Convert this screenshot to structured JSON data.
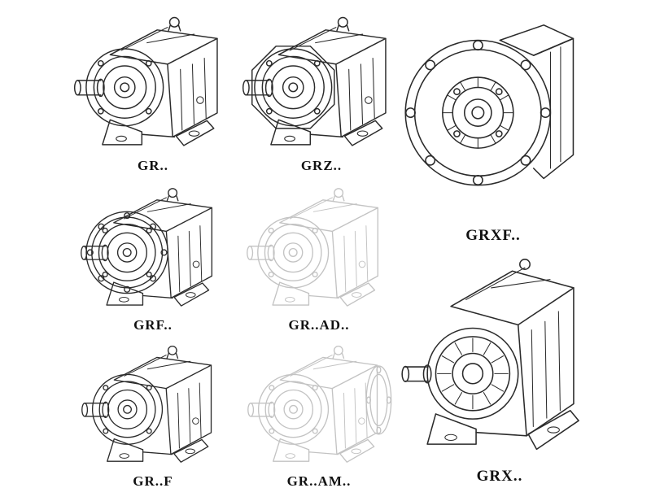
{
  "page": {
    "title": "Gear reducer model range",
    "background": "#ffffff"
  },
  "colors": {
    "line": "#2b2b2b",
    "ghost_line": "#c3c3c3",
    "label": "#111111"
  },
  "figures": [
    {
      "id": "gr",
      "label": "GR..",
      "style": "solid",
      "variant": "foot-mounted helical gear unit"
    },
    {
      "id": "grz",
      "label": "GRZ..",
      "style": "solid",
      "variant": "foot-mounted unit with octagonal end plate"
    },
    {
      "id": "grxf",
      "label": "GRXF..",
      "style": "solid",
      "variant": "large front-flange unit"
    },
    {
      "id": "grf",
      "label": "GRF..",
      "style": "solid",
      "variant": "foot unit with input flange"
    },
    {
      "id": "grad",
      "label": "GR..AD..",
      "style": "ghost",
      "variant": "adapter version (phantom line)"
    },
    {
      "id": "grff",
      "label": "GR..F",
      "style": "solid",
      "variant": "foot-mounted unit"
    },
    {
      "id": "gram",
      "label": "GR..AM..",
      "style": "ghost",
      "variant": "motor-adapter version with rear flange (phantom line)"
    },
    {
      "id": "grx",
      "label": "GRX..",
      "style": "solid",
      "variant": "large foot-mounted unit with finned front"
    }
  ]
}
